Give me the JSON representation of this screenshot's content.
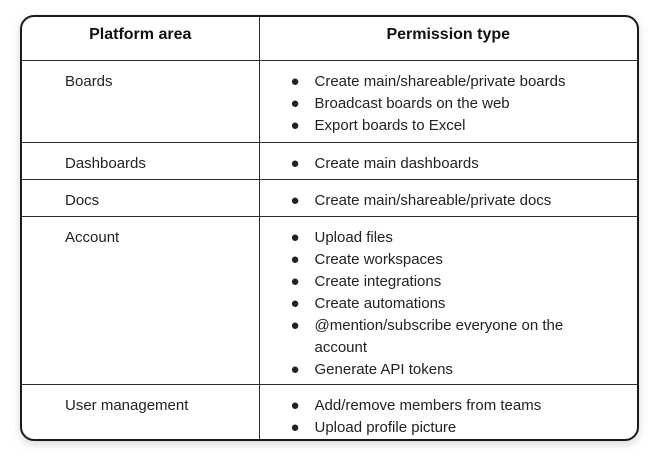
{
  "table": {
    "headers": {
      "area": "Platform area",
      "permission": "Permission type"
    },
    "rows": [
      {
        "area": "Boards",
        "permissions": [
          "Create main/shareable/private boards",
          "Broadcast boards on the web",
          "Export boards to Excel"
        ]
      },
      {
        "area": "Dashboards",
        "permissions": [
          "Create main dashboards"
        ]
      },
      {
        "area": "Docs",
        "permissions": [
          "Create main/shareable/private docs"
        ]
      },
      {
        "area": "Account",
        "permissions": [
          "Upload files",
          "Create workspaces",
          "Create integrations",
          "Create automations",
          "@mention/subscribe everyone on the account",
          "Generate API tokens"
        ]
      },
      {
        "area": "User management",
        "permissions": [
          "Add/remove members from teams",
          "Upload profile picture"
        ]
      }
    ]
  }
}
